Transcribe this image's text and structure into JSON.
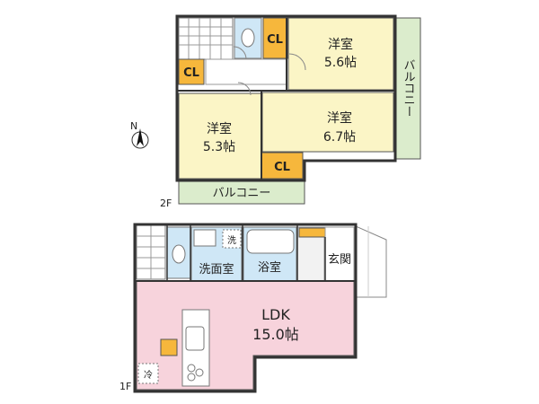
{
  "floor2": {
    "level_label": "2F",
    "rooms": {
      "room_ne_name": "洋室",
      "room_ne_size": "5.6帖",
      "room_w_name": "洋室",
      "room_w_size": "5.3帖",
      "room_se_name": "洋室",
      "room_se_size": "6.7帖",
      "closet_label": "CL",
      "balcony_east": "バルコニー",
      "balcony_south": "バルコニー"
    }
  },
  "floor1": {
    "level_label": "1F",
    "rooms": {
      "ldk_name": "LDK",
      "ldk_size": "15.0帖",
      "washroom": "洗面室",
      "bathroom": "浴室",
      "entrance": "玄関",
      "washer_mark": "洗",
      "fridge_mark": "冷"
    }
  },
  "compass": {
    "north_label": "N"
  },
  "colors": {
    "room_yellow": "#fbf5c6",
    "closet_orange": "#f6b73c",
    "balcony_green": "#dbeccc",
    "wet_blue": "#cfe7f6",
    "ldk_pink": "#f7d3dc",
    "wall": "#333333"
  }
}
